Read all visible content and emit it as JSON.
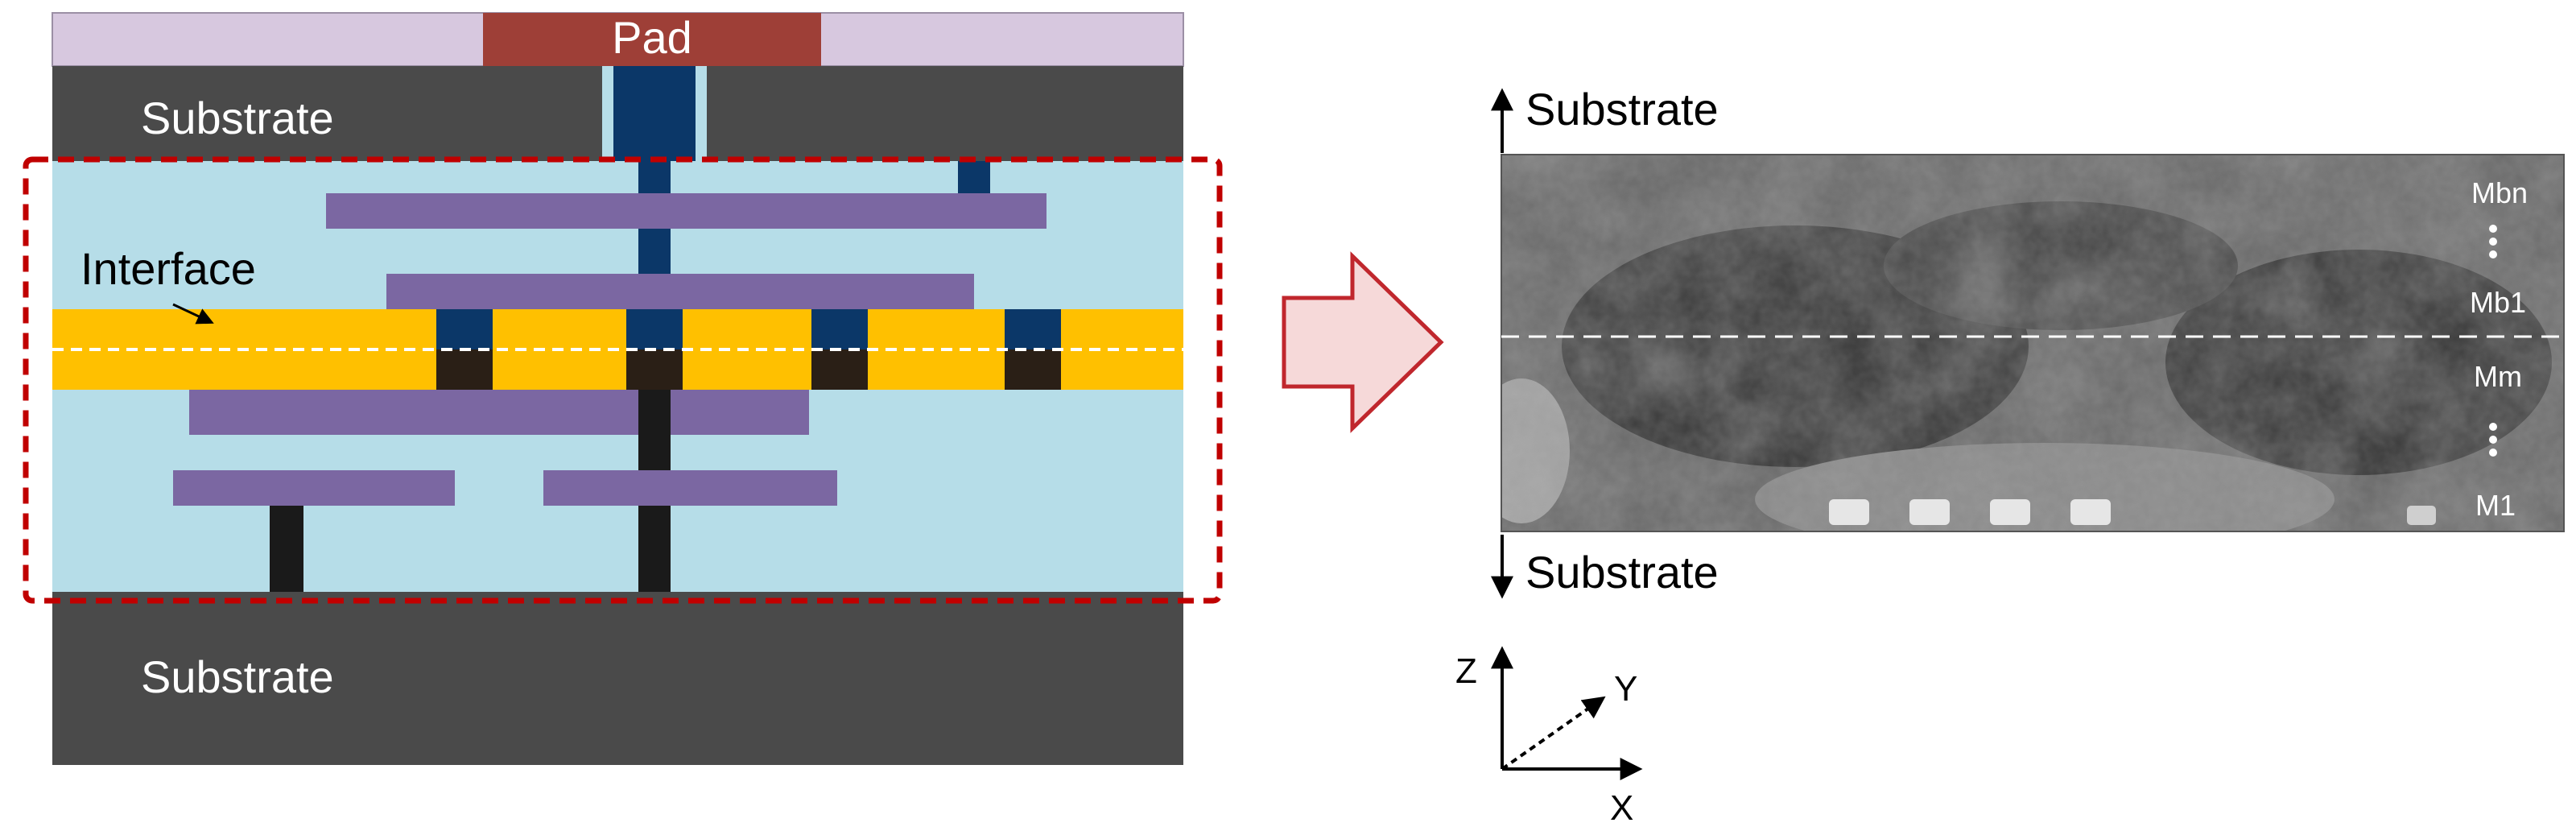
{
  "left_diagram": {
    "pad_label": "Pad",
    "substrate_top_label": "Substrate",
    "substrate_bottom_label": "Substrate",
    "interface_label": "Interface"
  },
  "sem_image": {
    "top_label": "Substrate",
    "bottom_label": "Substrate",
    "layer_labels": [
      "Mbn",
      "Mb1",
      "Mm",
      "M1"
    ]
  },
  "axes": {
    "z_label": "Z",
    "y_label": "Y",
    "x_label": "X"
  },
  "colors": {
    "substrate": "#4a4a4a",
    "pad": "#9e3f37",
    "pad_side": "#d7c8df",
    "dielectric": "#b6dde8",
    "metal": "#7b67a2",
    "via": "#0b3768",
    "interface_band": "#ffc000",
    "dark_via": "#1a1a1a",
    "bond_via": "#2a1f16",
    "region_outline": "#c00000",
    "arrow_fill": "#f6d9d9",
    "arrow_stroke": "#c0272d"
  }
}
